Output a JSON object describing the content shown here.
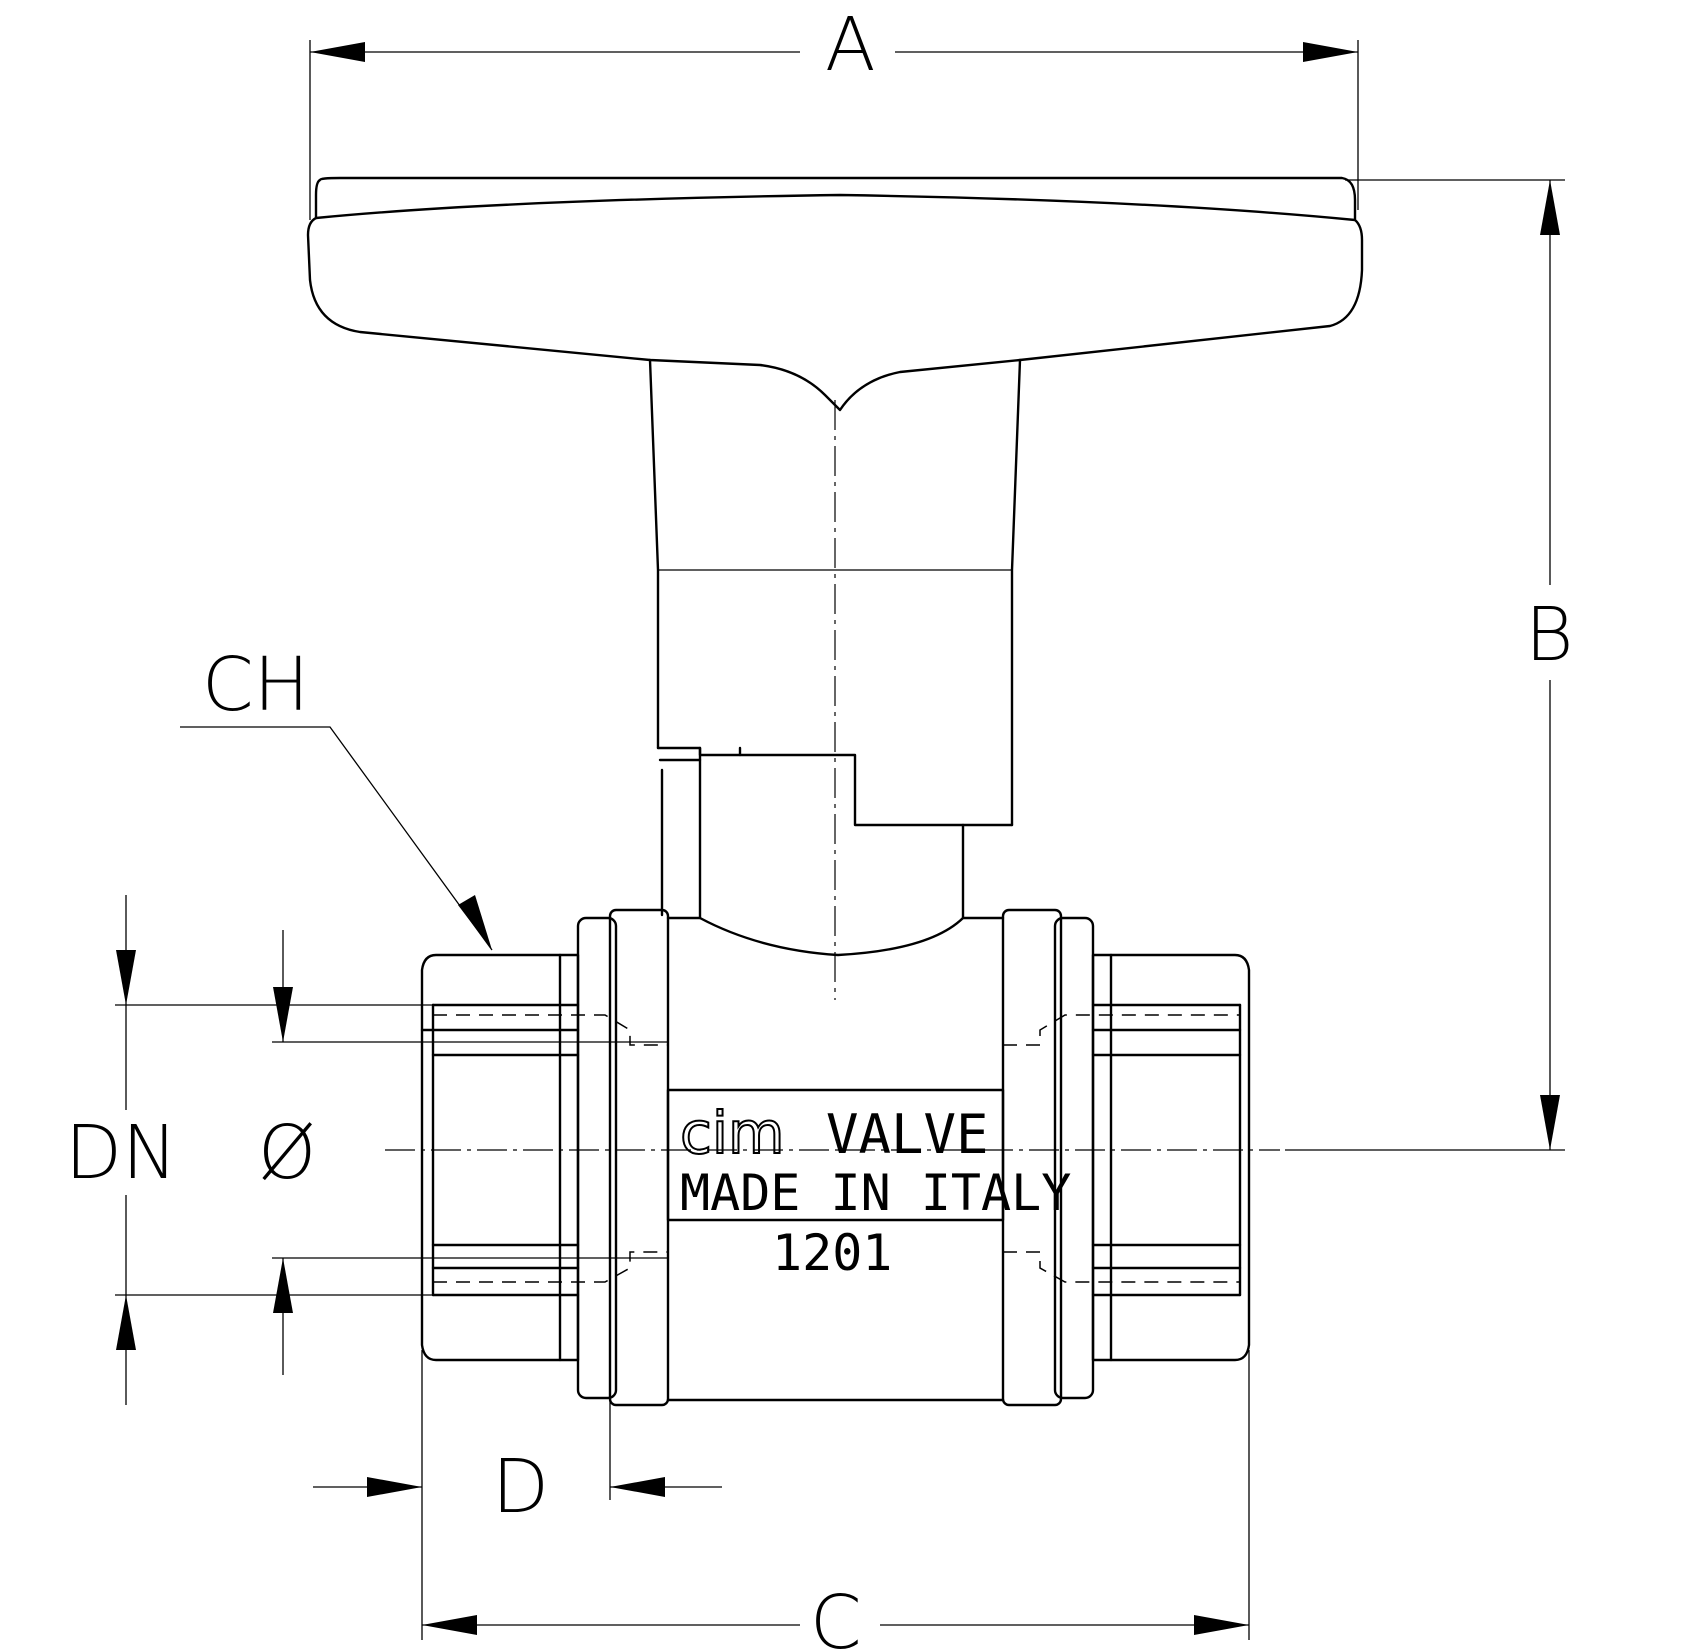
{
  "dimensions": {
    "a": "A",
    "b": "B",
    "c": "C",
    "d": "D",
    "ch": "CH",
    "dn": "DN",
    "diameter": "Ø"
  },
  "body_marking": {
    "brand": "cim",
    "valve": "VALVE",
    "origin": "MADE IN ITALY",
    "code": "1201"
  },
  "colors": {
    "line": "#000000",
    "background": "#ffffff"
  }
}
